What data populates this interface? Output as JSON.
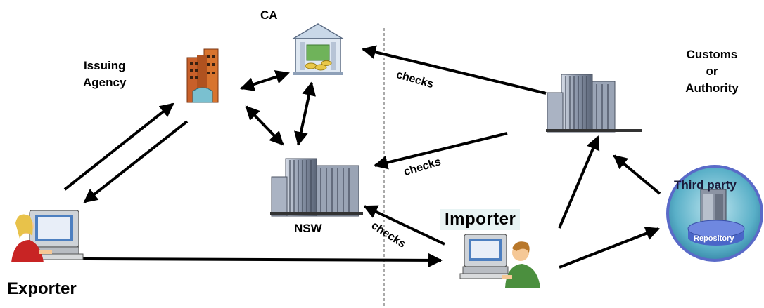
{
  "labels": {
    "ca": "CA",
    "issuing_agency_line1": "Issuing",
    "issuing_agency_line2": "Agency",
    "customs_line1": "Customs",
    "customs_line2": "or",
    "customs_line3": "Authority",
    "nsw": "NSW",
    "exporter": "Exporter",
    "importer": "Importer",
    "third_party": "Third party",
    "repository": "Repository"
  },
  "edges": {
    "customs_to_ca": "checks",
    "customs_to_nsw": "checks",
    "importer_to_nsw": "checks"
  },
  "colors": {
    "arrow": "#000000",
    "importer_label_bg": "#e8f4f4",
    "third_party_circle": "#5ab0c8",
    "building": "#8a95a8",
    "issuing_building": "#c8602a"
  }
}
